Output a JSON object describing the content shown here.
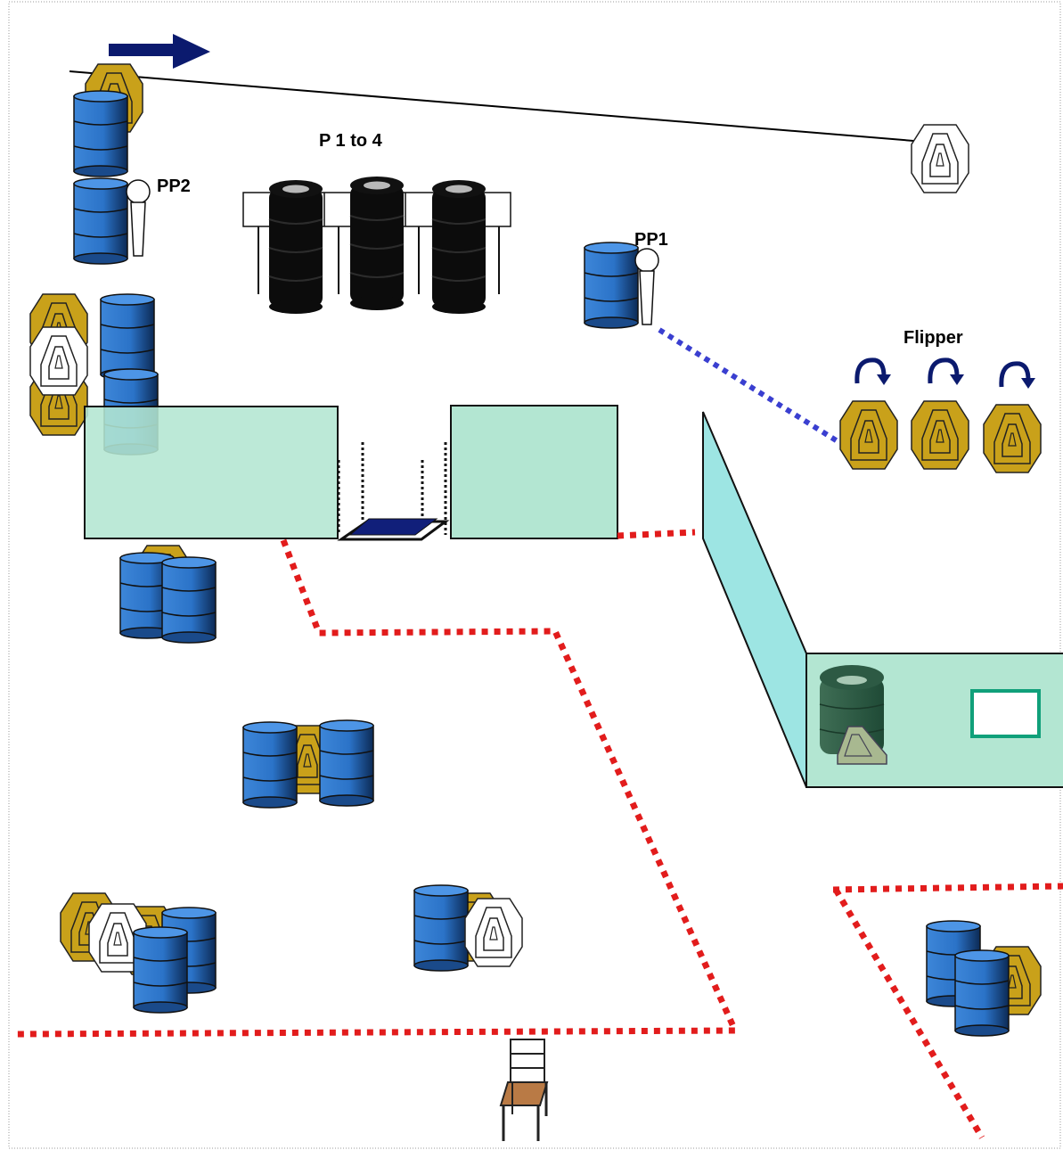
{
  "labels": {
    "props": "P 1 to 4",
    "pp1": "PP1",
    "pp2": "PP2",
    "flipper": "Flipper"
  },
  "colors": {
    "barrel": "#2f7ad3",
    "steel_target": "#c9a11a",
    "paper_target": "#ffffff",
    "wall": "#b3e6d2",
    "wall_angled": "#9de5e3",
    "fault_line": "#e21c1c",
    "port_line": "#3a3fd0",
    "arrow": "#0b1a6e",
    "tire": "#111111",
    "window": "#10a07a"
  }
}
